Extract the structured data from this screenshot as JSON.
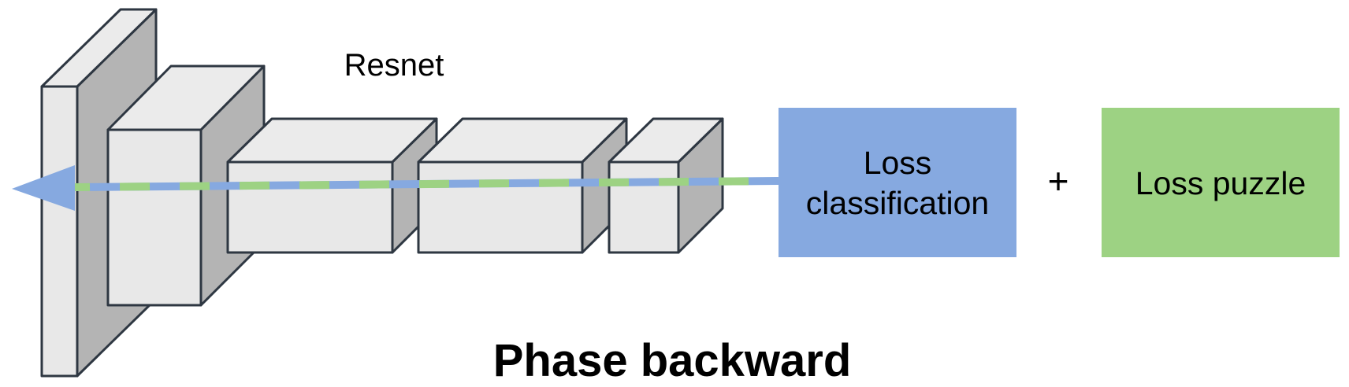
{
  "diagram": {
    "network_label": "Resnet",
    "loss_classification": {
      "line1": "Loss",
      "line2": "classification",
      "color": "#86A9E0"
    },
    "plus_sign": "+",
    "loss_puzzle": {
      "label": "Loss puzzle",
      "color": "#9DD283"
    },
    "caption": "Phase backward",
    "colors": {
      "block_front": "#E8E8E8",
      "block_top": "#EBEBEB",
      "block_side": "#B4B4B4",
      "block_edge": "#2E3742",
      "arrow_blue": "#86A9E0",
      "arrow_green": "#9DD283"
    }
  }
}
